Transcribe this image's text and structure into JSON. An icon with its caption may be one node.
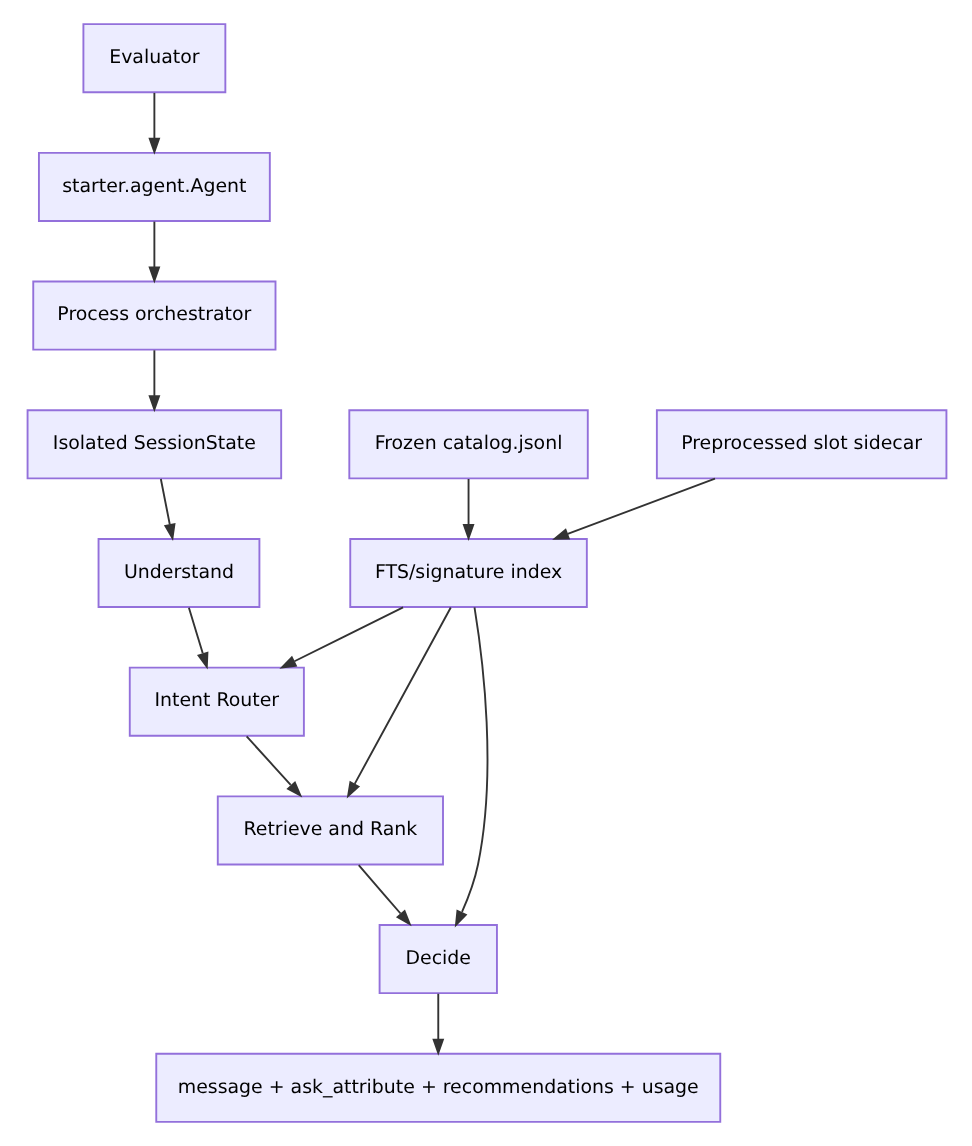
{
  "diagram": {
    "nodes": [
      {
        "text": [
          "Evaluator"
        ]
      },
      {
        "text": [
          "starter.agent.Agent"
        ]
      },
      {
        "text": [
          "Process orchestrator"
        ]
      },
      {
        "text": [
          "Isolated SessionState"
        ]
      },
      {
        "text": [
          "Frozen catalog.jsonl"
        ]
      },
      {
        "text": [
          "Preprocessed slot sidecar"
        ]
      },
      {
        "text": [
          "Understand"
        ]
      },
      {
        "text": [
          "FTS/signature index"
        ]
      },
      {
        "text": [
          "Intent Router"
        ]
      },
      {
        "text": [
          "Retrieve and Rank"
        ]
      },
      {
        "text": [
          "Decide"
        ]
      },
      {
        "text": [
          "message + ask_attribute + recommendations + usage"
        ]
      }
    ],
    "edges": [
      {
        "from": 0,
        "to": 1,
        "arrow": "to"
      },
      {
        "from": 1,
        "to": 2,
        "arrow": "to"
      },
      {
        "from": 2,
        "to": 3,
        "arrow": "to"
      },
      {
        "from": 3,
        "to": 6,
        "arrow": "to"
      },
      {
        "from": 4,
        "to": 7,
        "arrow": "to"
      },
      {
        "from": 5,
        "to": 7,
        "arrow": "to"
      },
      {
        "from": 6,
        "to": 8,
        "arrow": "to"
      },
      {
        "from": 7,
        "to": 8,
        "arrow": "to"
      },
      {
        "from": 7,
        "to": 9,
        "arrow": "to"
      },
      {
        "from": 7,
        "to": 10,
        "arrow": "to"
      },
      {
        "from": 8,
        "to": 9,
        "arrow": "to"
      },
      {
        "from": 9,
        "to": 10,
        "arrow": "to"
      },
      {
        "from": 10,
        "to": 11,
        "arrow": "to"
      }
    ]
  }
}
